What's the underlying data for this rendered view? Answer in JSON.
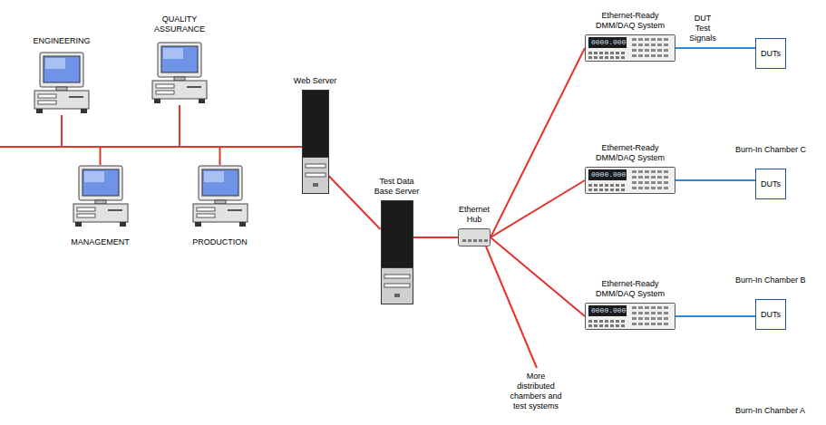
{
  "diagram": {
    "nodes": [
      {
        "text": [
          "ENGINEERING"
        ]
      },
      {
        "text": [
          "QUALITY ASSURANCE"
        ]
      },
      {
        "text": [
          "MANAGEMENT"
        ]
      },
      {
        "text": [
          "PRODUCTION"
        ]
      },
      {
        "text": [
          "Web Server"
        ]
      },
      {
        "text": [
          "Test Data Base Server"
        ]
      },
      {
        "text": [
          "Ethernet Hub"
        ]
      },
      {
        "text": [
          "Ethernet-Ready DMM/DAQ System",
          "0000.000"
        ]
      },
      {
        "text": [
          "Burn-In Chamber C"
        ]
      },
      {
        "text": [
          "DUTs"
        ],
        "in": 8
      },
      {
        "text": [
          "Ethernet-Ready DMM/DAQ System",
          "0000.000"
        ]
      },
      {
        "text": [
          "Burn-In Chamber B"
        ]
      },
      {
        "text": [
          "DUTs"
        ],
        "in": 11
      },
      {
        "text": [
          "Ethernet-Ready DMM/DAQ System",
          "0000.000"
        ]
      },
      {
        "text": [
          "Burn-In Chamber A"
        ]
      },
      {
        "text": [
          "DUTs"
        ],
        "in": 14
      }
    ],
    "edges": [
      {
        "from": 0,
        "to": 4,
        "arrow": "none"
      },
      {
        "from": 1,
        "to": 4,
        "arrow": "none"
      },
      {
        "from": 2,
        "to": 4,
        "arrow": "none"
      },
      {
        "from": 3,
        "to": 4,
        "arrow": "none"
      },
      {
        "from": 4,
        "to": 5,
        "arrow": "none"
      },
      {
        "from": 5,
        "to": 6,
        "arrow": "none"
      },
      {
        "from": 6,
        "to": 7,
        "arrow": "none"
      },
      {
        "from": 6,
        "to": 10,
        "arrow": "none"
      },
      {
        "from": 6,
        "to": 13,
        "arrow": "none"
      },
      {
        "from": 7,
        "to": 9,
        "label": "DUT Test Signals",
        "arrow": "none"
      },
      {
        "from": 10,
        "to": 12,
        "arrow": "none"
      },
      {
        "from": 13,
        "to": 15,
        "arrow": "none"
      }
    ],
    "labels": [
      "More distributed chambers and test systems"
    ]
  }
}
